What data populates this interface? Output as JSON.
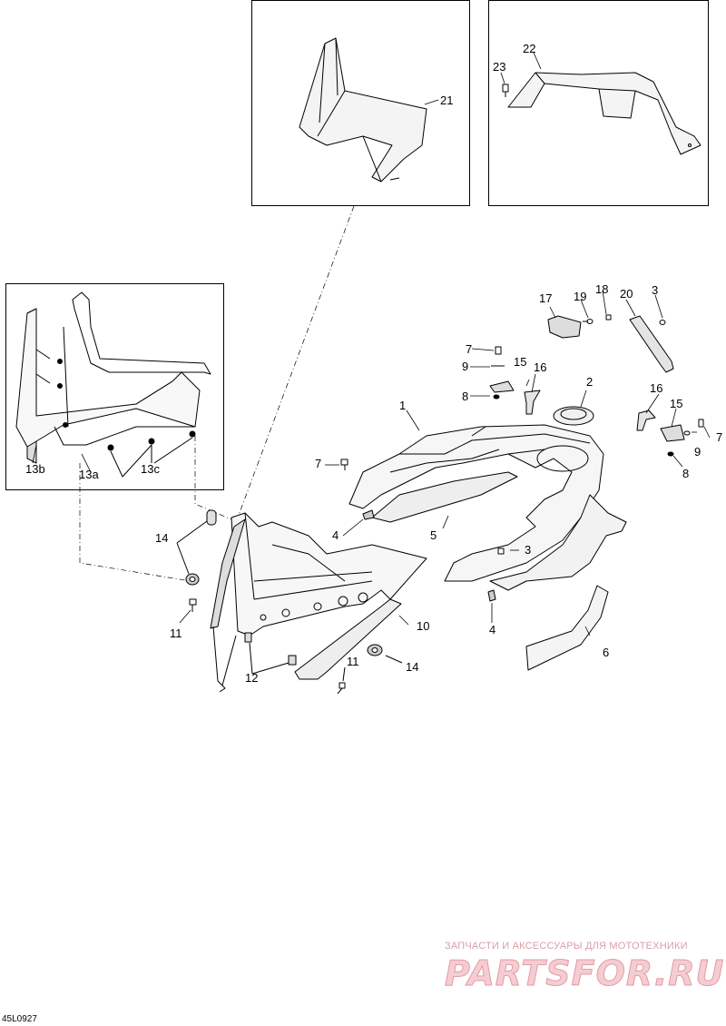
{
  "diagram_code": "45L0927",
  "watermark": {
    "tagline": "ЗАПЧАСТИ И АКСЕССУАРЫ ДЛЯ МОТОТЕХНИКИ",
    "brand": "PARTSFOR.RU"
  },
  "callouts": {
    "c1": "1",
    "c2": "2",
    "c3a": "3",
    "c3b": "3",
    "c4a": "4",
    "c4b": "4",
    "c5": "5",
    "c6": "6",
    "c7a": "7",
    "c7b": "7",
    "c8a": "8",
    "c8b": "8",
    "c9a": "9",
    "c9b": "9",
    "c10": "10",
    "c11a": "11",
    "c11b": "11",
    "c12": "12",
    "c13a": "13a",
    "c13b": "13b",
    "c13c": "13c",
    "c14a": "14",
    "c14b": "14",
    "c15a": "15",
    "c15b": "15",
    "c16a": "16",
    "c16b": "16",
    "c17": "17",
    "c18": "18",
    "c19": "19",
    "c20": "20",
    "c21": "21",
    "c22": "22",
    "c23": "23"
  }
}
